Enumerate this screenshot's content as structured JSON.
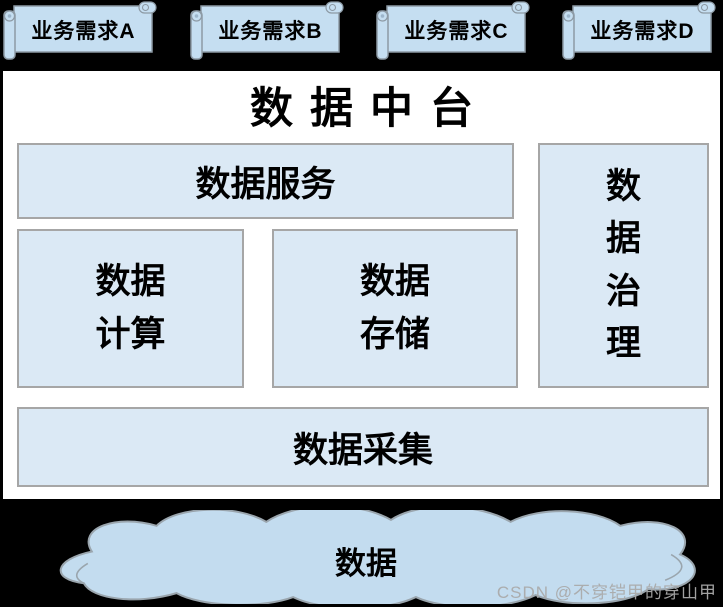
{
  "banners": [
    {
      "label": "业务需求A"
    },
    {
      "label": "业务需求B"
    },
    {
      "label": "业务需求C"
    },
    {
      "label": "业务需求D"
    }
  ],
  "platform": {
    "title": "数据中台",
    "boxes": {
      "services": "数据服务",
      "computing": "数据计算",
      "storage": "数据存储",
      "governance": "数据治理",
      "collection": "数据采集"
    }
  },
  "cloud": {
    "label": "数据"
  },
  "watermark": "CSDN @不穿铠甲的穿山甲",
  "colors": {
    "background": "#000000",
    "panel_fill": "#ffffff",
    "panel_border": "#000000",
    "box_fill": "#dbe9f5",
    "box_border": "#a6a6a6",
    "scroll_fill": "#c5def1",
    "scroll_border": "#8d9aa5",
    "cloud_fill": "#c3dcef",
    "cloud_border": "#9aa5ad",
    "watermark_color": "#aaaaaa"
  }
}
